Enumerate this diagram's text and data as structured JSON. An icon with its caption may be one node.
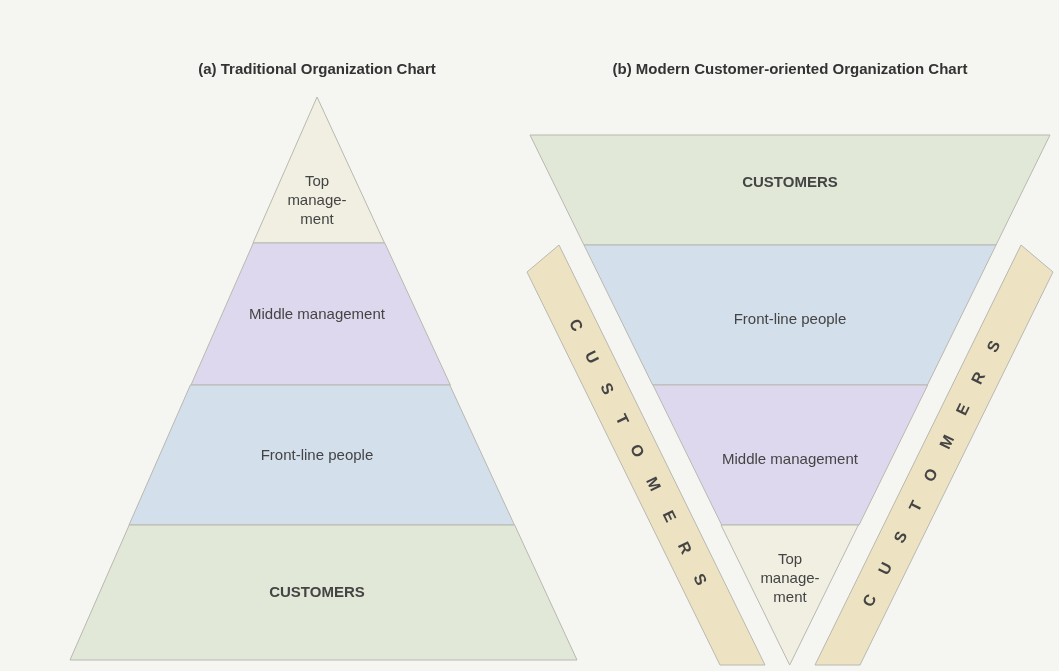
{
  "diagram": {
    "nodes": [
      {
        "text": [
          "Top manage- ment"
        ]
      },
      {
        "text": [
          "Middle management"
        ]
      },
      {
        "text": [
          "Front-line people"
        ]
      },
      {
        "text": [
          "CUSTOMERS"
        ]
      },
      {
        "text": [
          "CUSTOMERS"
        ]
      },
      {
        "text": [
          "Front-line people"
        ]
      },
      {
        "text": [
          "Middle management"
        ]
      },
      {
        "text": [
          "Top manage- ment"
        ]
      },
      {
        "text": [
          "CUSTOMERS"
        ]
      },
      {
        "text": [
          "CUSTOMERS"
        ]
      }
    ],
    "labels": [
      "(a) Traditional Organization Chart",
      "(b) Modern Customer-oriented Organization Chart"
    ]
  }
}
